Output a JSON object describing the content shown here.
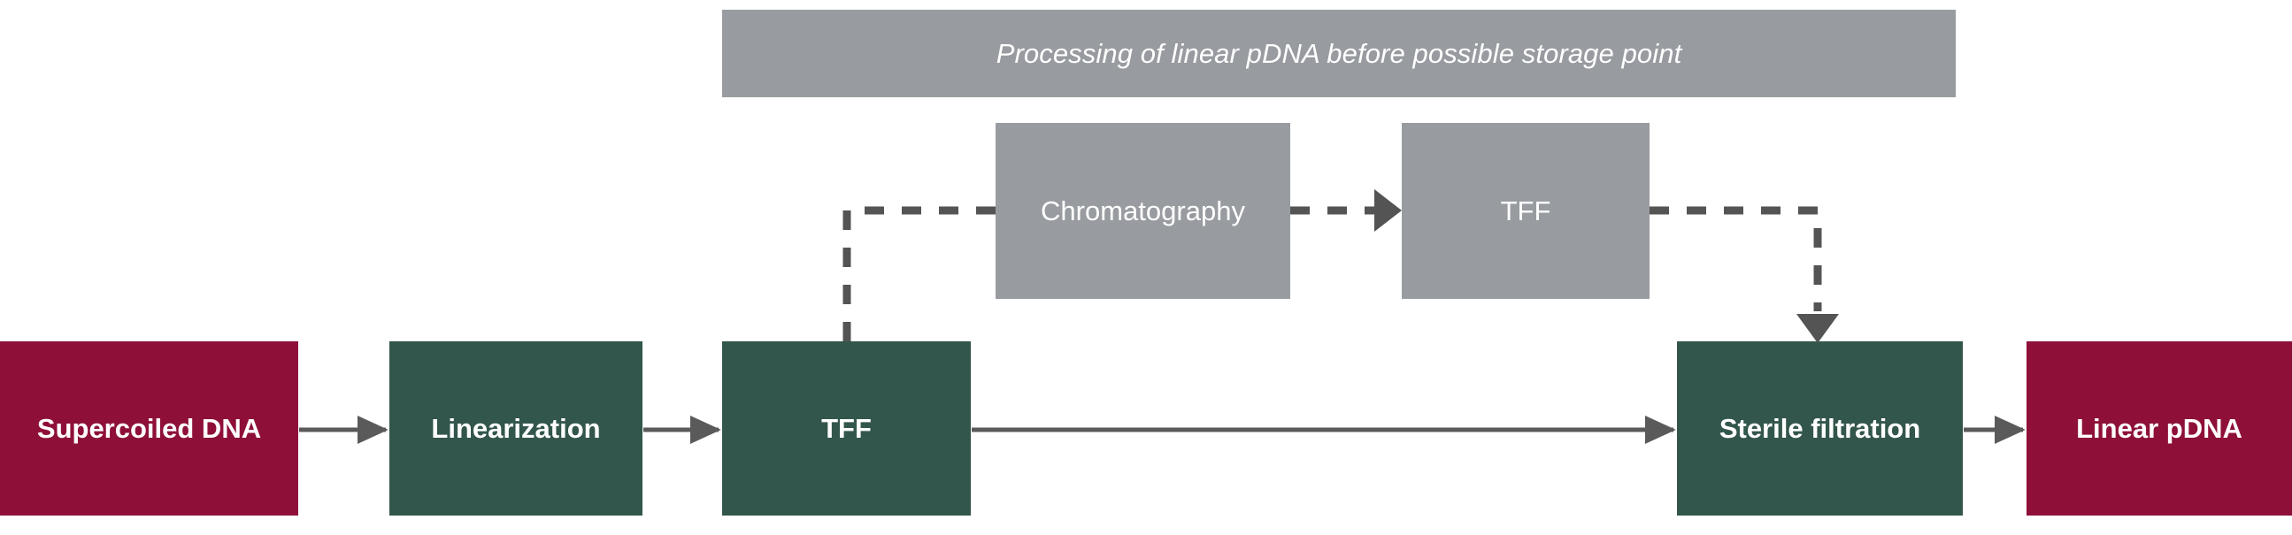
{
  "diagram": {
    "title_banner": {
      "text": "Processing of linear pDNA before possible storage point",
      "fill": "#989ca0",
      "text_color": "#ffffff",
      "style": "italic"
    },
    "palette": {
      "terminal": "#8e1038",
      "process": "#33564c",
      "optional": "#989ca0",
      "connector": "#5a5a5a",
      "background": "#ffffff",
      "label": "#ffffff"
    },
    "main_row": [
      {
        "id": "supercoiled-dna",
        "label": "Supercoiled DNA",
        "kind": "terminal"
      },
      {
        "id": "linearization",
        "label": "Linearization",
        "kind": "process"
      },
      {
        "id": "tff-main",
        "label": "TFF",
        "kind": "process"
      },
      {
        "id": "sterile-filtration",
        "label": "Sterile filtration",
        "kind": "process"
      },
      {
        "id": "linear-pdna",
        "label": "Linear pDNA",
        "kind": "terminal"
      }
    ],
    "optional_row": [
      {
        "id": "chromatography",
        "label": "Chromatography",
        "kind": "optional"
      },
      {
        "id": "tff-optional",
        "label": "TFF",
        "kind": "optional"
      }
    ],
    "connectors": [
      {
        "from": "supercoiled-dna",
        "to": "linearization",
        "style": "solid",
        "arrow": "right"
      },
      {
        "from": "linearization",
        "to": "tff-main",
        "style": "solid",
        "arrow": "right"
      },
      {
        "from": "tff-main",
        "to": "sterile-filtration",
        "style": "solid",
        "arrow": "right"
      },
      {
        "from": "sterile-filtration",
        "to": "linear-pdna",
        "style": "solid",
        "arrow": "right"
      },
      {
        "from": "tff-main",
        "to": "chromatography",
        "style": "dashed",
        "arrow": "none"
      },
      {
        "from": "chromatography",
        "to": "tff-optional",
        "style": "dashed",
        "arrow": "right"
      },
      {
        "from": "tff-optional",
        "to": "sterile-filtration",
        "style": "dashed",
        "arrow": "down"
      }
    ]
  }
}
